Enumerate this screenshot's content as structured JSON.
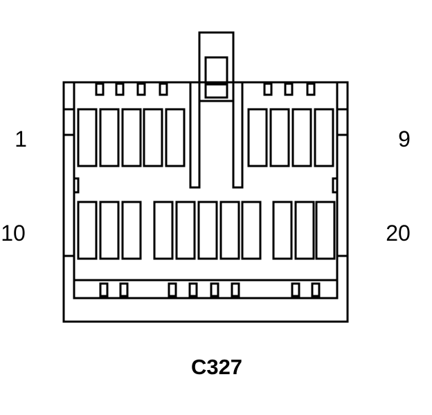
{
  "connector": {
    "name": "C327",
    "pin_labels": {
      "top_left": "1",
      "top_right": "9",
      "bottom_left": "10",
      "bottom_right": "20"
    }
  },
  "colors": {
    "stroke": "#000000",
    "background": "#ffffff"
  }
}
